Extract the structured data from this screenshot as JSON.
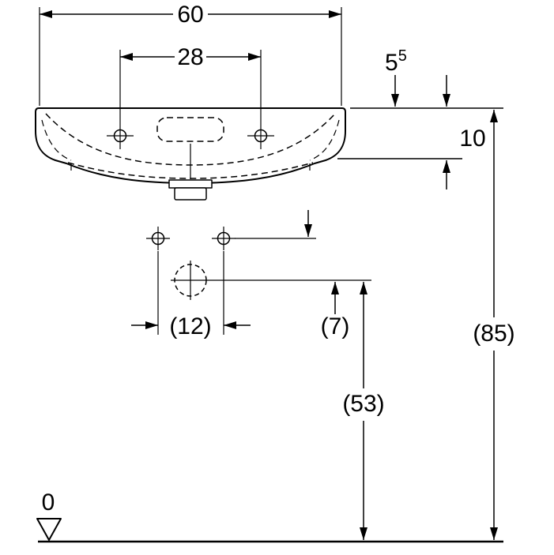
{
  "drawing": {
    "colors": {
      "line": "#000000",
      "background": "#ffffff"
    },
    "labels": {
      "overall_width": "60",
      "tap_hole_spacing": "28",
      "rim_to_tap_base": "5",
      "rim_to_tap_sup": "5",
      "bowl_depth": "10",
      "supply_spacing": "(12)",
      "supply_to_drain_offset": "(7)",
      "drain_height": "(53)",
      "overall_height": "(85)",
      "floor_datum": "0"
    }
  }
}
